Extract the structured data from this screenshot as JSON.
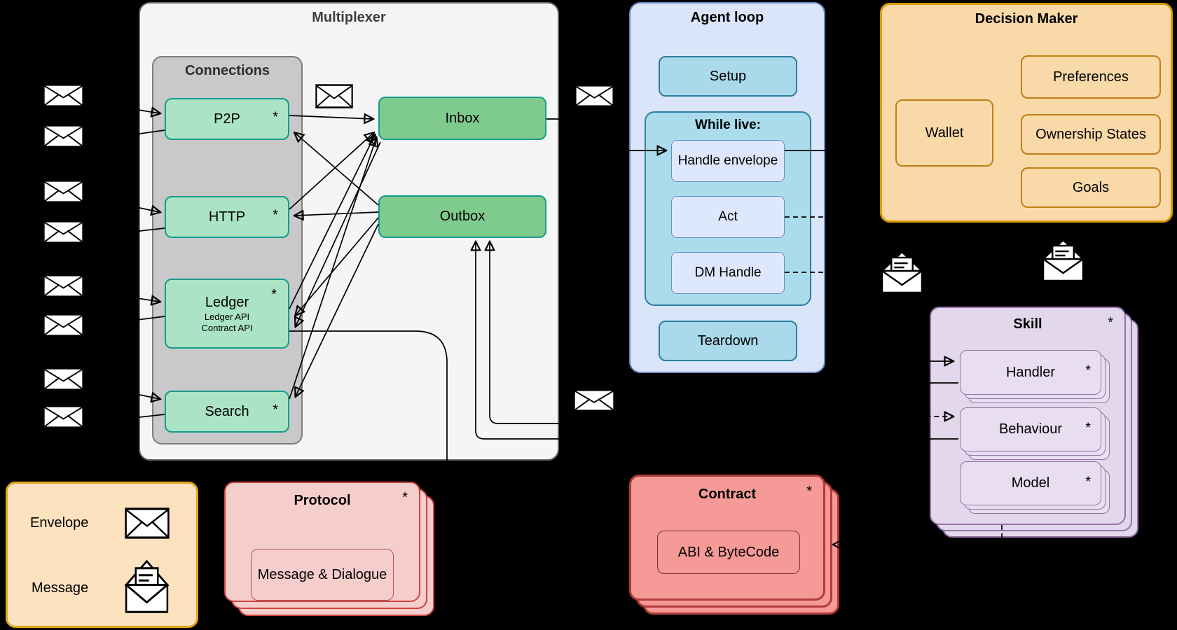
{
  "multiplexer": {
    "title": "Multiplexer"
  },
  "connections": {
    "title": "Connections",
    "p2p": {
      "label": "P2P",
      "asterisk": "*"
    },
    "http": {
      "label": "HTTP",
      "asterisk": "*"
    },
    "ledger": {
      "label": "Ledger",
      "asterisk": "*",
      "sub1": "Ledger API",
      "sub2": "Contract API"
    },
    "search": {
      "label": "Search",
      "asterisk": "*"
    }
  },
  "inbox": {
    "label": "Inbox"
  },
  "outbox": {
    "label": "Outbox"
  },
  "agent_loop": {
    "title": "Agent loop",
    "setup": "Setup",
    "while_live_title": "While live:",
    "handle_envelope": "Handle envelope",
    "act": "Act",
    "dm_handle": "DM Handle",
    "teardown": "Teardown"
  },
  "decision_maker": {
    "title": "Decision Maker",
    "wallet": "Wallet",
    "preferences": "Preferences",
    "ownership_states": "Ownership States",
    "goals": "Goals"
  },
  "skill": {
    "title": "Skill",
    "asterisk": "*",
    "handler": {
      "label": "Handler",
      "asterisk": "*"
    },
    "behaviour": {
      "label": "Behaviour",
      "asterisk": "*"
    },
    "model": {
      "label": "Model",
      "asterisk": "*"
    }
  },
  "protocol": {
    "title": "Protocol",
    "asterisk": "*",
    "inner": "Message & Dialogue"
  },
  "contract": {
    "title": "Contract",
    "asterisk": "*",
    "inner": "ABI & ByteCode"
  },
  "legend": {
    "envelope_label": "Envelope",
    "message_label": "Message"
  },
  "icons": {
    "envelope": "envelope-icon",
    "message": "message-icon"
  },
  "colors": {
    "background": "#000000",
    "multiplexer_fill": "#f5f5f5",
    "connections_fill": "#c9c9c9",
    "connection_box_fill": "#abe3c5",
    "connection_box_border": "#169b8e",
    "io_fill": "#7fca8d",
    "agent_loop_fill": "#dbe5f9",
    "agent_loop_border": "#6b87c4",
    "inner_loop_fill": "#a9d9ea",
    "step_fill": "#dde8fc",
    "decision_maker_fill": "#fad9a9",
    "decision_maker_border": "#d79b00",
    "skill_fill": "#e3d7eb",
    "skill_border": "#9673a6",
    "protocol_fill": "#f5cdca",
    "protocol_border": "#cc4442",
    "contract_fill": "#f59a97",
    "contract_border": "#b03b39",
    "legend_fill": "#fde2bf",
    "legend_border": "#e3a51c"
  }
}
